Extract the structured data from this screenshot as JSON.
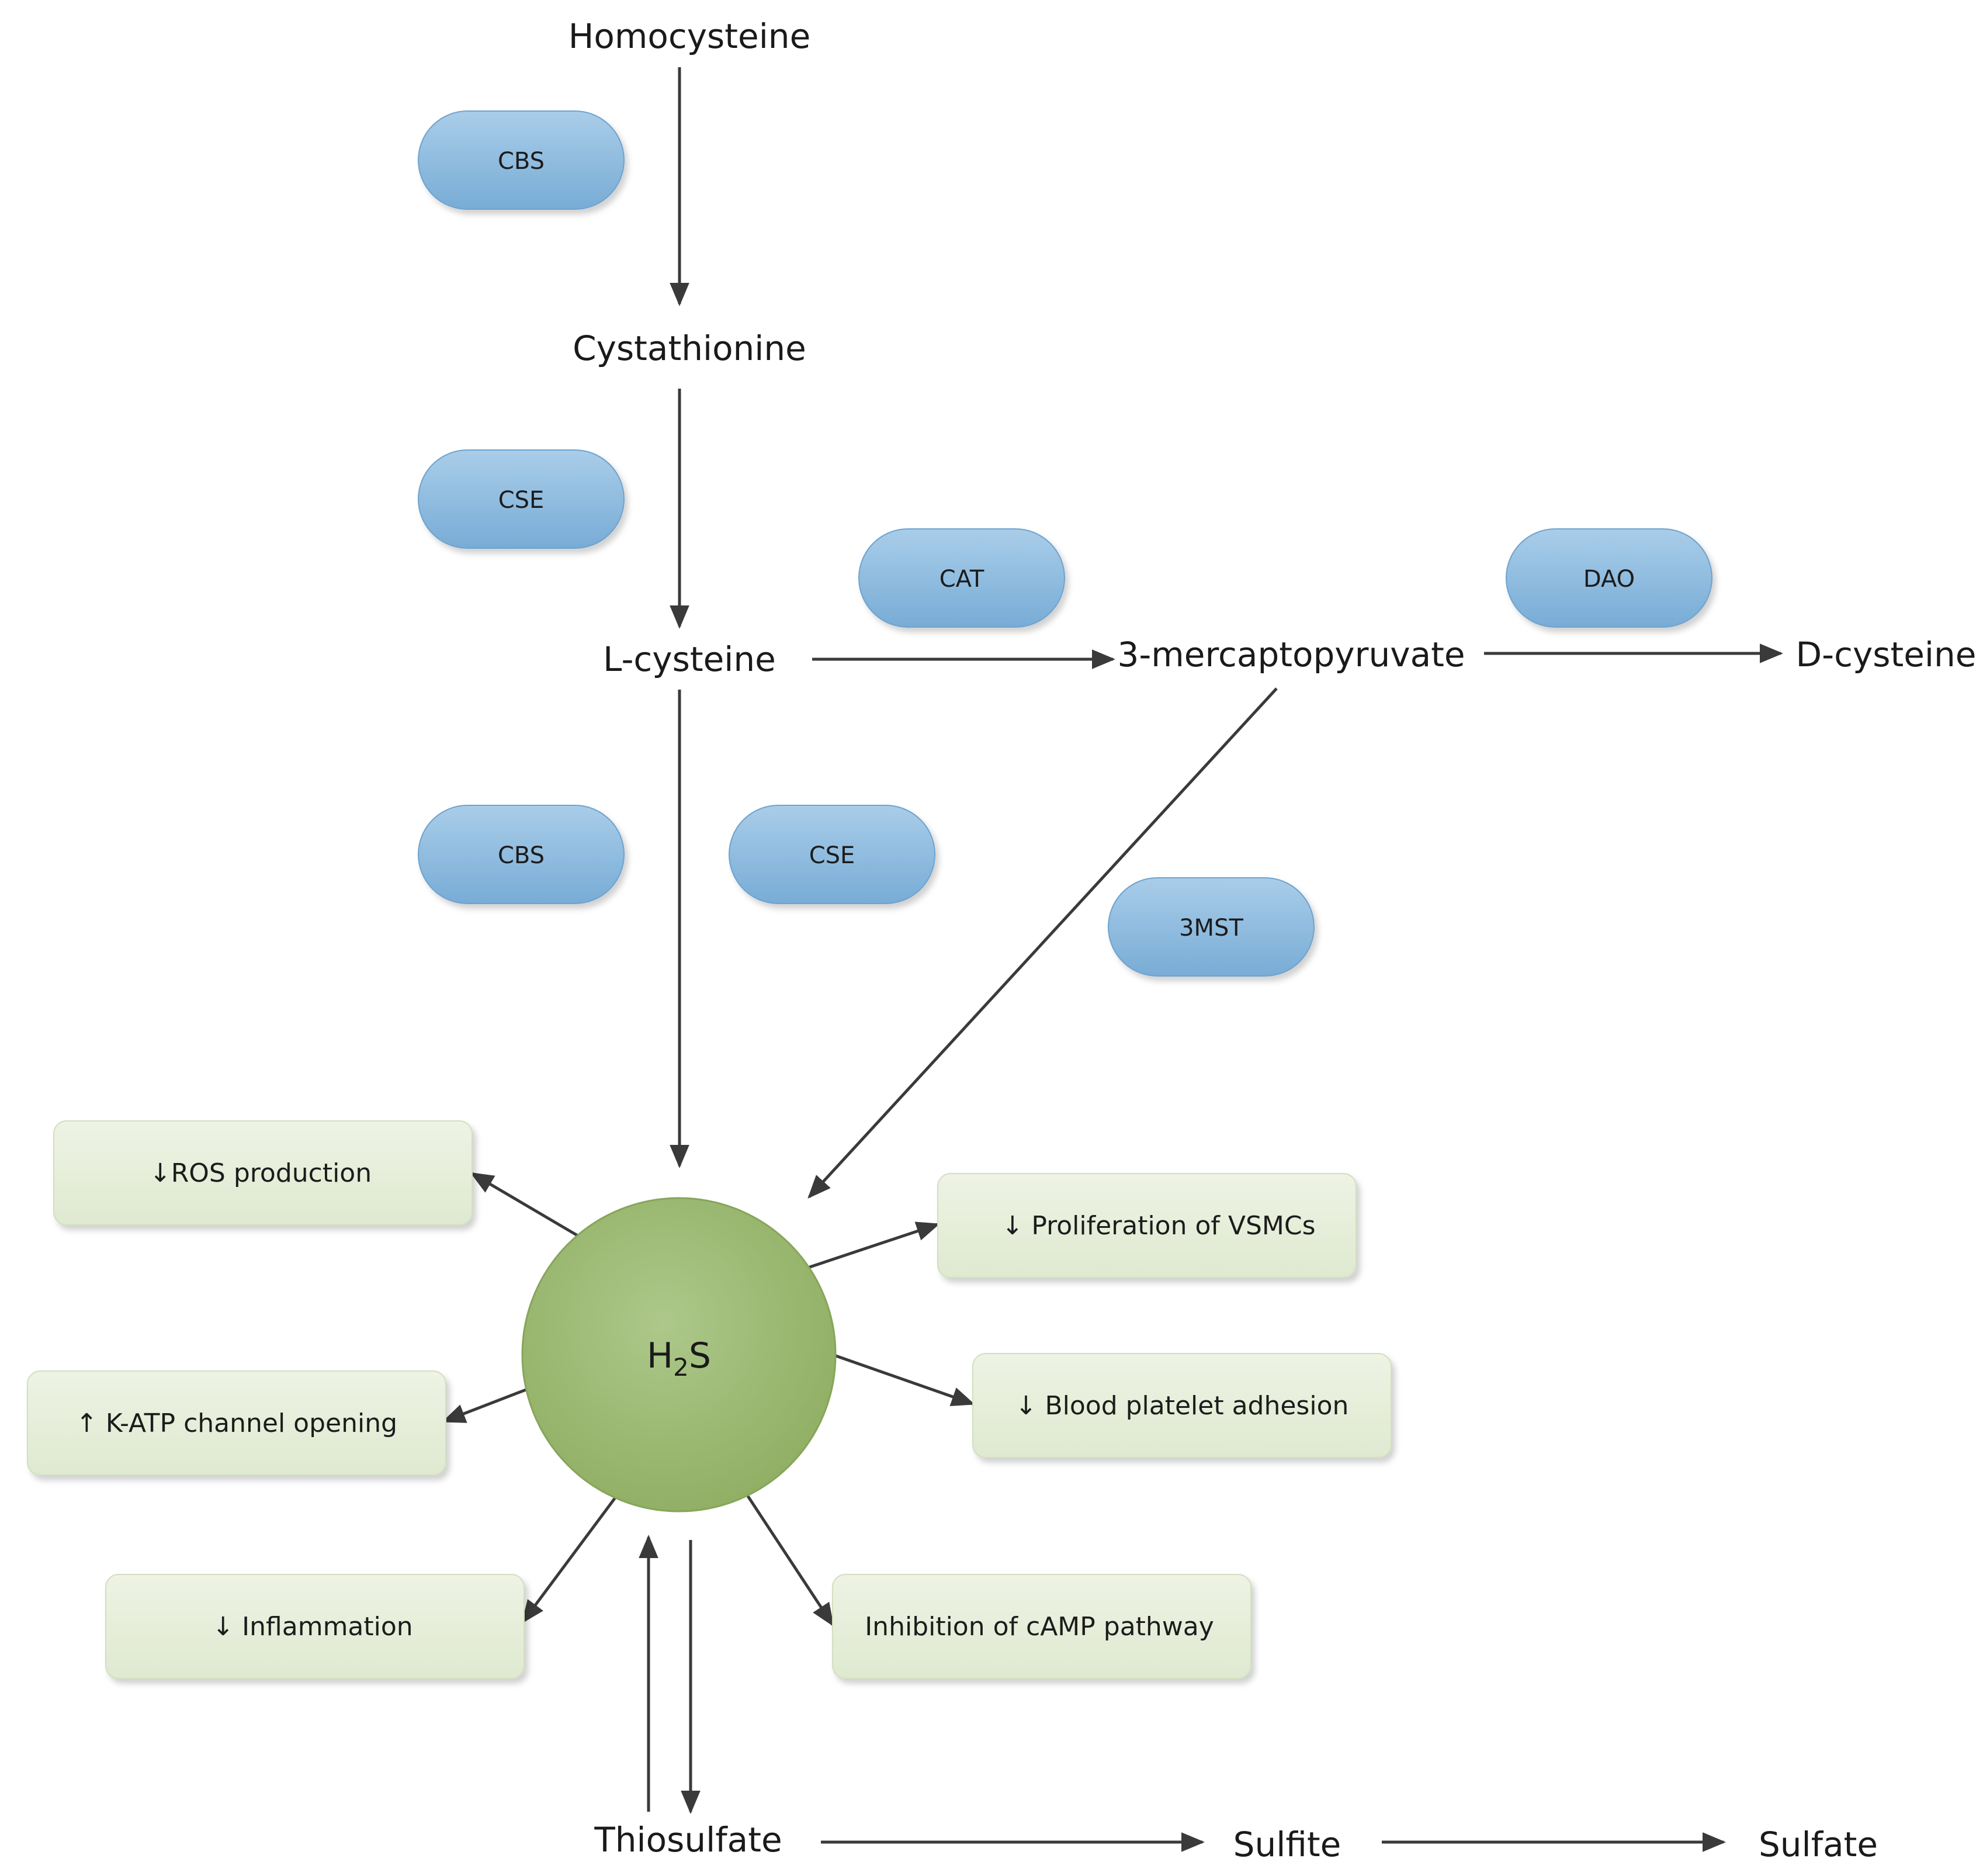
{
  "metabolites": {
    "homocysteine": "Homocysteine",
    "cystathionine": "Cystathionine",
    "l_cysteine": "L-cysteine",
    "mercaptopyruvate": "3-mercaptopyruvate",
    "d_cysteine": "D-cysteine",
    "thiosulfate": "Thiosulfate",
    "sulfite": "Sulfite",
    "sulfate": "Sulfate"
  },
  "enzymes": {
    "cbs_1": "CBS",
    "cse_1": "CSE",
    "cat": "CAT",
    "dao": "DAO",
    "cbs_2": "CBS",
    "cse_2": "CSE",
    "mst": "3MST"
  },
  "hub": {
    "main": "H",
    "sub": "2",
    "tail": "S"
  },
  "effects": {
    "ros": "↓ROS production",
    "katp": "↑ K-ATP channel opening",
    "inflammation": "↓ Inflammation",
    "vsmc": "↓ Proliferation of VSMCs",
    "platelet": "↓ Blood platelet adhesion",
    "camp": "Inhibition of cAMP pathway"
  },
  "colors": {
    "enzyme_fill": "#8fbde0",
    "effect_fill": "#e6eed9",
    "hub_fill": "#9cb971",
    "arrow": "#3a3a3a"
  }
}
